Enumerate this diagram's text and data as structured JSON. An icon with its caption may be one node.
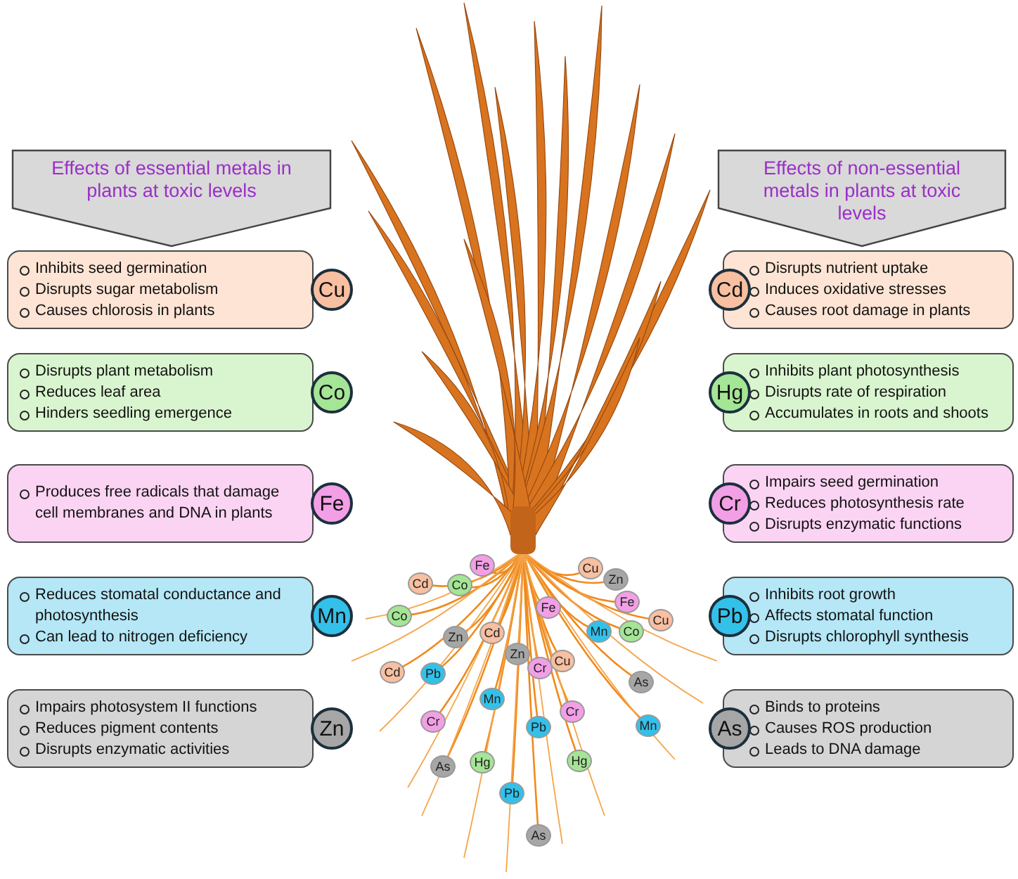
{
  "diagram": {
    "nodes": [
      {
        "text": [
          "Effects of essential metals in plants at toxic levels"
        ]
      },
      {
        "text": [
          "Effects of non-essential metals in plants at toxic levels"
        ]
      },
      {
        "text": [
          "Inhibits seed germination",
          "Disrupts sugar metabolism",
          "Causes chlorosis in plants"
        ]
      },
      {
        "text": [
          "Cu"
        ]
      },
      {
        "text": [
          "Cd"
        ]
      },
      {
        "text": [
          "Disrupts nutrient uptake",
          "Induces oxidative stresses",
          "Causes root damage in plants"
        ]
      },
      {
        "text": [
          "Disrupts plant metabolism",
          "Reduces leaf area",
          "Hinders seedling emergence"
        ]
      },
      {
        "text": [
          "Co"
        ]
      },
      {
        "text": [
          "Hg"
        ]
      },
      {
        "text": [
          "Inhibits plant photosynthesis",
          "Disrupts rate of respiration",
          "Accumulates in roots and shoots"
        ]
      },
      {
        "text": [
          "Produces free radicals that damage cell membranes and DNA in plants"
        ]
      },
      {
        "text": [
          "Fe"
        ]
      },
      {
        "text": [
          "Cr"
        ]
      },
      {
        "text": [
          "Impairs seed germination",
          "Reduces photosynthesis rate",
          "Disrupts enzymatic functions"
        ]
      },
      {
        "text": [
          "Reduces stomatal conductance and photosynthesis",
          "Can lead to nitrogen deficiency"
        ]
      },
      {
        "text": [
          "Mn"
        ]
      },
      {
        "text": [
          "Pb"
        ]
      },
      {
        "text": [
          "Inhibits root growth",
          "Affects stomatal function",
          "Disrupts chlorophyll synthesis"
        ]
      },
      {
        "text": [
          "Impairs photosystem II functions",
          "Reduces pigment contents",
          "Disrupts enzymatic activities"
        ]
      },
      {
        "text": [
          "Zn"
        ]
      },
      {
        "text": [
          "As"
        ]
      },
      {
        "text": [
          "Binds to proteins",
          "Causes ROS production",
          "Leads to DNA damage"
        ]
      },
      {
        "text": [
          "Fe"
        ]
      },
      {
        "text": [
          "Cu"
        ]
      },
      {
        "text": [
          "Zn"
        ]
      },
      {
        "text": [
          "Cd"
        ]
      },
      {
        "text": [
          "Co"
        ]
      },
      {
        "text": [
          "Fe"
        ]
      },
      {
        "text": [
          "Fe"
        ]
      },
      {
        "text": [
          "Co"
        ]
      },
      {
        "text": [
          "Cu"
        ]
      },
      {
        "text": [
          "Cd"
        ]
      },
      {
        "text": [
          "Zn"
        ]
      },
      {
        "text": [
          "Mn"
        ]
      },
      {
        "text": [
          "Co"
        ]
      },
      {
        "text": [
          "Zn"
        ]
      },
      {
        "text": [
          "Cu"
        ]
      },
      {
        "text": [
          "Cr"
        ]
      },
      {
        "text": [
          "Cd"
        ]
      },
      {
        "text": [
          "Pb"
        ]
      },
      {
        "text": [
          "As"
        ]
      },
      {
        "text": [
          "Mn"
        ]
      },
      {
        "text": [
          "Cr"
        ]
      },
      {
        "text": [
          "Pb"
        ]
      },
      {
        "text": [
          "Cr"
        ]
      },
      {
        "text": [
          "Mn"
        ]
      },
      {
        "text": [
          "As"
        ]
      },
      {
        "text": [
          "Hg"
        ]
      },
      {
        "text": [
          "Hg"
        ]
      },
      {
        "text": [
          "Pb"
        ]
      },
      {
        "text": [
          "As"
        ]
      }
    ]
  }
}
